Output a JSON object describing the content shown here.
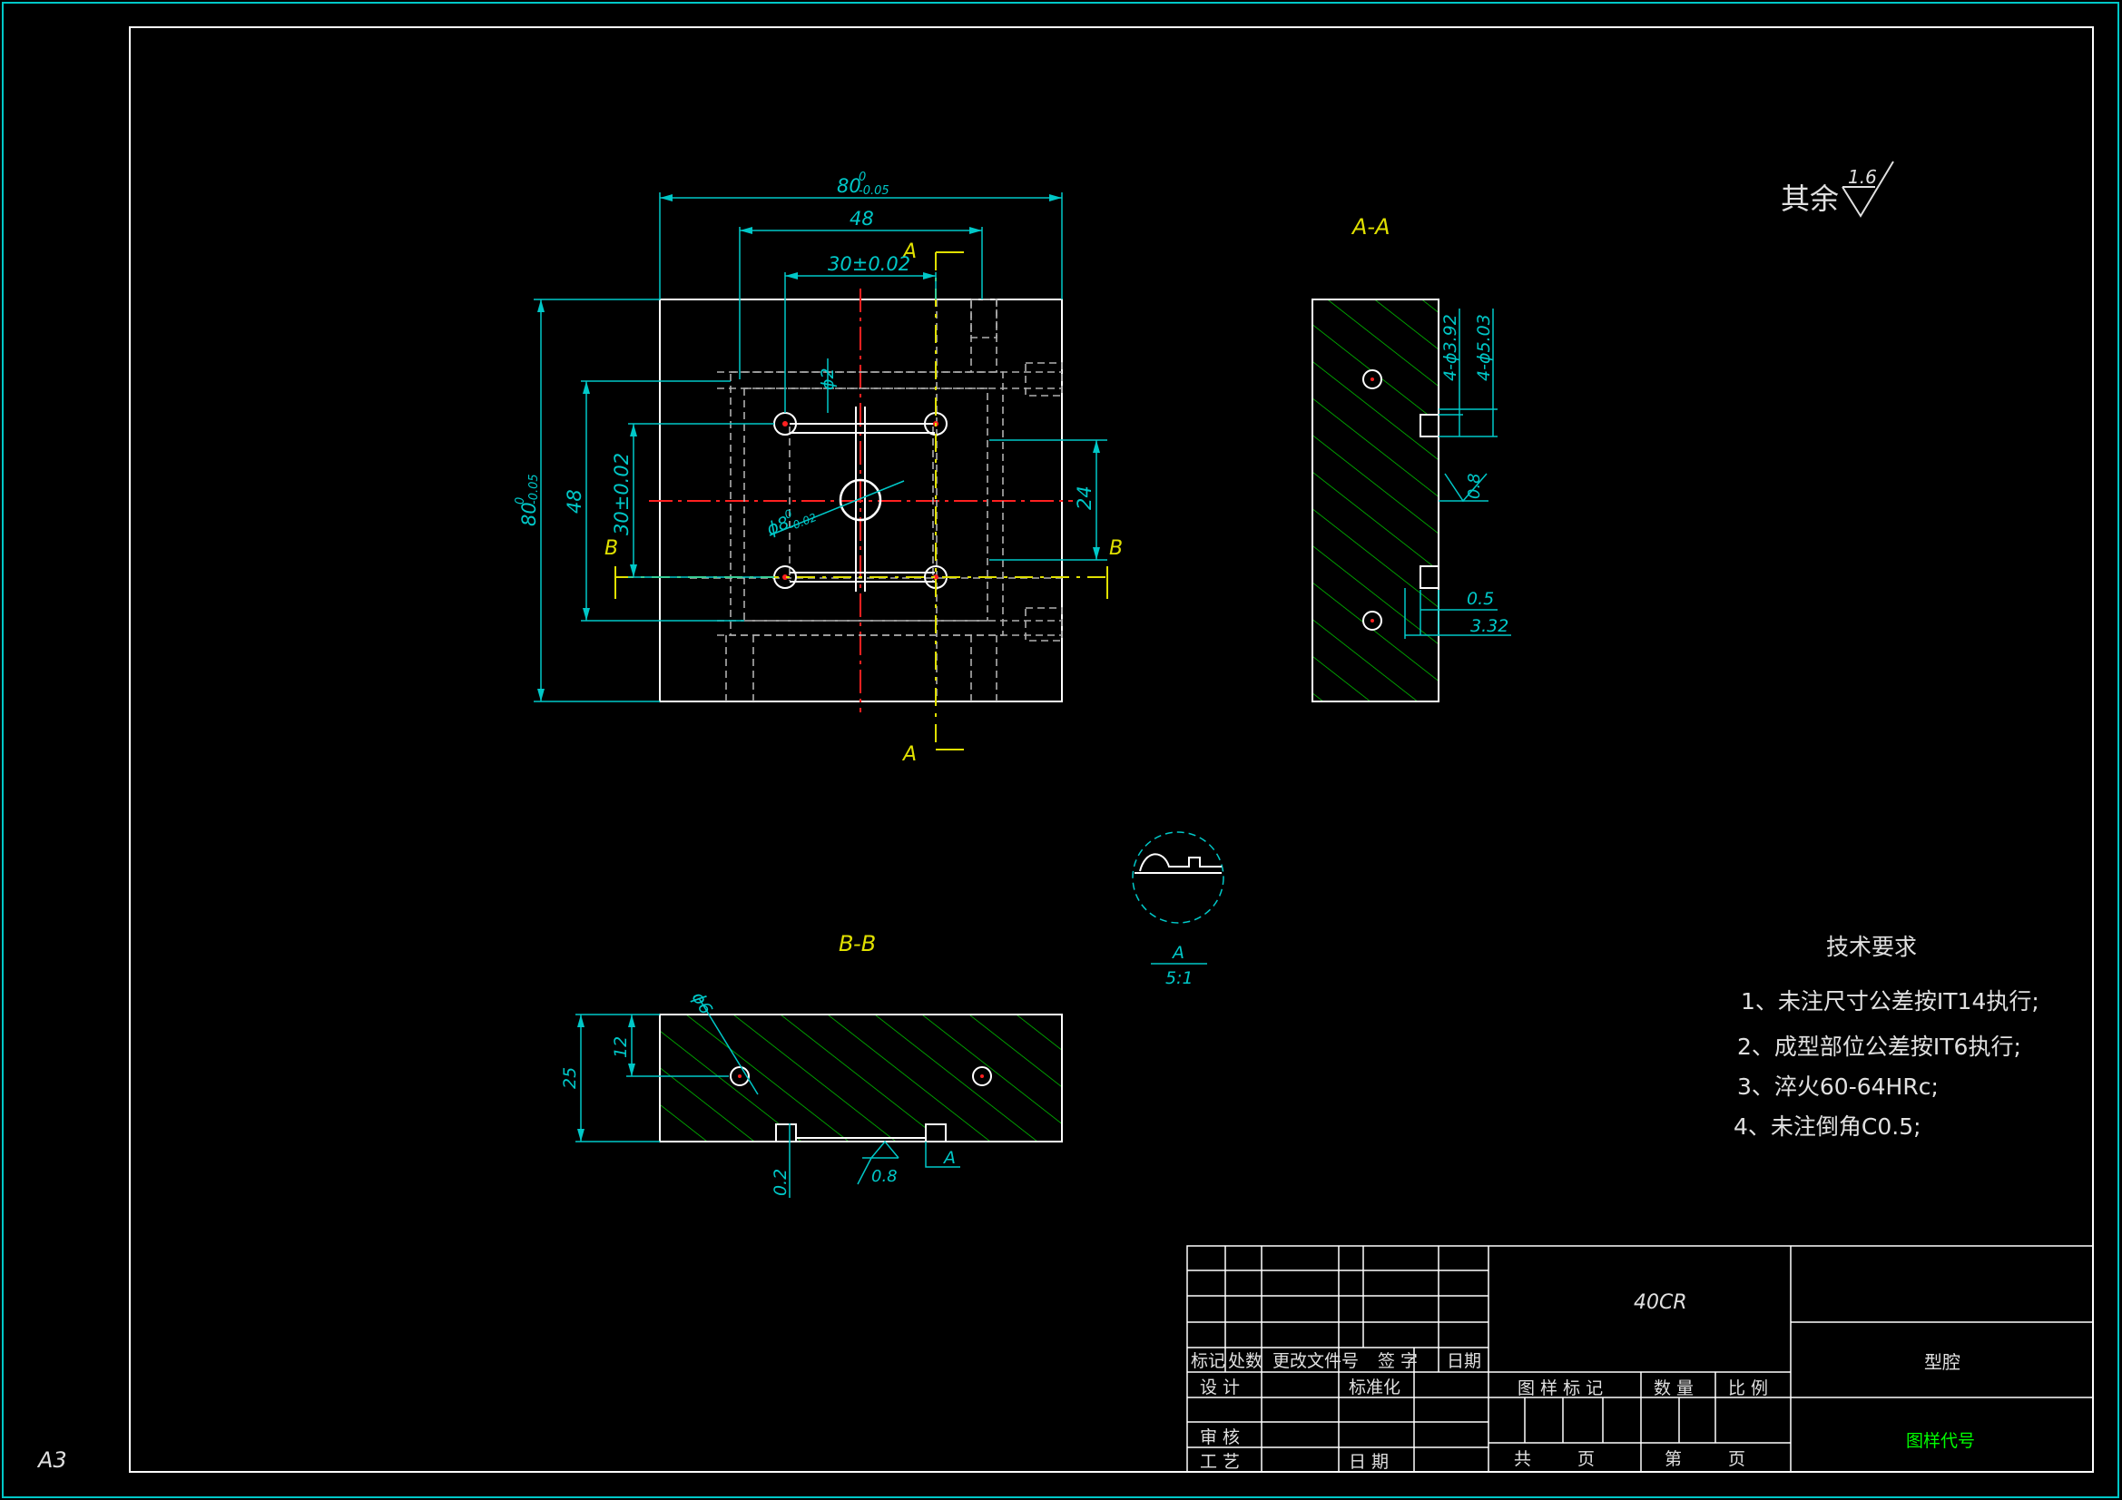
{
  "sheet": {
    "size_label": "A3"
  },
  "roughness": {
    "prefix": "其余",
    "value": "1.6"
  },
  "plan_view": {
    "dim_width": "80",
    "dim_width_tol_upper": "0",
    "dim_width_tol_lower": "-0.05",
    "dim_48_top": "48",
    "dim_30_top": "30±0.02",
    "dim_height": "80",
    "dim_height_tol_upper": "0",
    "dim_height_tol_lower": "-0.05",
    "dim_48_left": "48",
    "dim_30_left": "30±0.02",
    "dim_24": "24",
    "dim_phi2": "ϕ2",
    "dim_phi8": "ϕ8",
    "dim_phi8_tol_upper": "0",
    "dim_phi8_tol_lower": "-0.02",
    "section_mark_a": "A",
    "section_mark_b": "B"
  },
  "section_aa": {
    "title": "A-A",
    "dim_hole1": "4-ϕ3.92",
    "dim_hole2": "4-ϕ5.03",
    "dim_rough": "0.8",
    "dim_05": "0.5",
    "dim_332": "3.32"
  },
  "section_bb": {
    "title": "B-B",
    "dim_phi6": "ϕ6",
    "dim_12": "12",
    "dim_25": "25",
    "dim_02": "0.2",
    "dim_rough": "0.8",
    "detail_ref": "A"
  },
  "detail": {
    "label": "A",
    "scale": "5:1"
  },
  "tech_requirements": {
    "title": "技术要求",
    "items": [
      "1、未注尺寸公差按IT14执行;",
      "2、成型部位公差按IT6执行;",
      "3、淬火60-64HRc;",
      "4、未注倒角C0.5;"
    ]
  },
  "title_block": {
    "material": "40CR",
    "part_name": "型腔",
    "drawing_code": "图样代号",
    "col_mark": "标记",
    "col_count": "处数",
    "col_doc": "更改文件号",
    "col_sign": "签 字",
    "col_date": "日期",
    "design": "设 计",
    "standard": "标准化",
    "review": "审 核",
    "process": "工 艺",
    "date": "日 期",
    "sample_mark": "图 样 标 记",
    "quantity": "数 量",
    "scale": "比 例",
    "total": "共",
    "page1": "页",
    "nth": "第",
    "page2": "页"
  },
  "colors": {
    "background": "#000000",
    "outline": "#ffffff",
    "dimension": "#00c8c8",
    "hatch": "#00cc00",
    "center": "#ff2020",
    "label": "#e0e000",
    "code": "#00ff00"
  }
}
